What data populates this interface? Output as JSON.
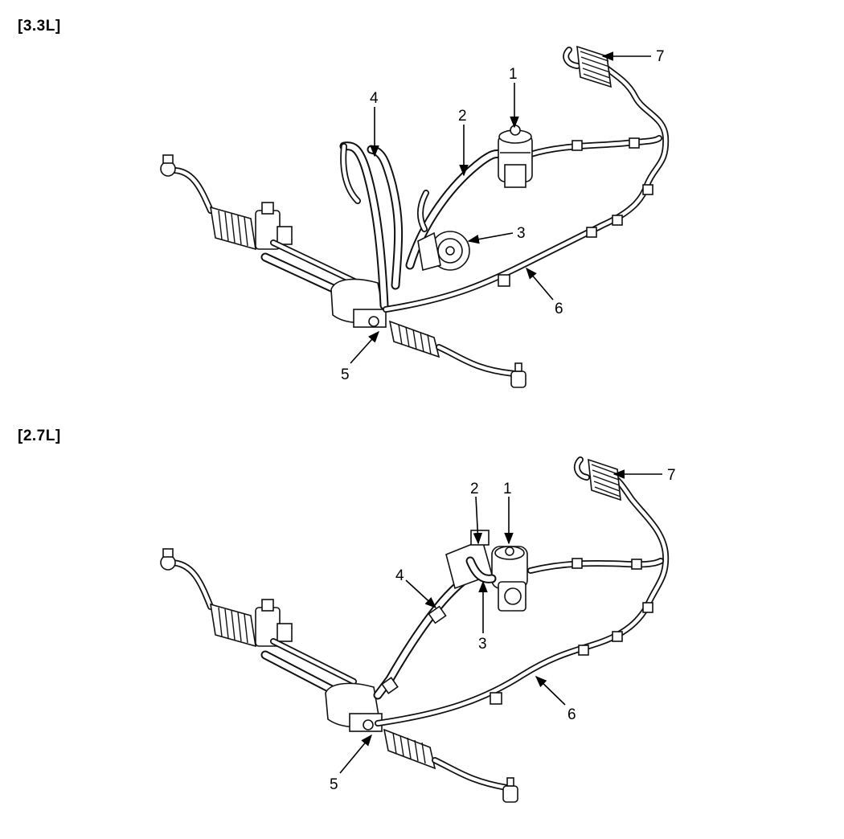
{
  "sections": [
    {
      "id": "3.3L",
      "title": "[3.3L]",
      "callouts": {
        "c1": "1",
        "c2": "2",
        "c3": "3",
        "c4": "4",
        "c5": "5",
        "c6": "6",
        "c7": "7"
      }
    },
    {
      "id": "2.7L",
      "title": "[2.7L]",
      "callouts": {
        "c1": "1",
        "c2": "2",
        "c3": "3",
        "c4": "4",
        "c5": "5",
        "c6": "6",
        "c7": "7"
      }
    }
  ]
}
